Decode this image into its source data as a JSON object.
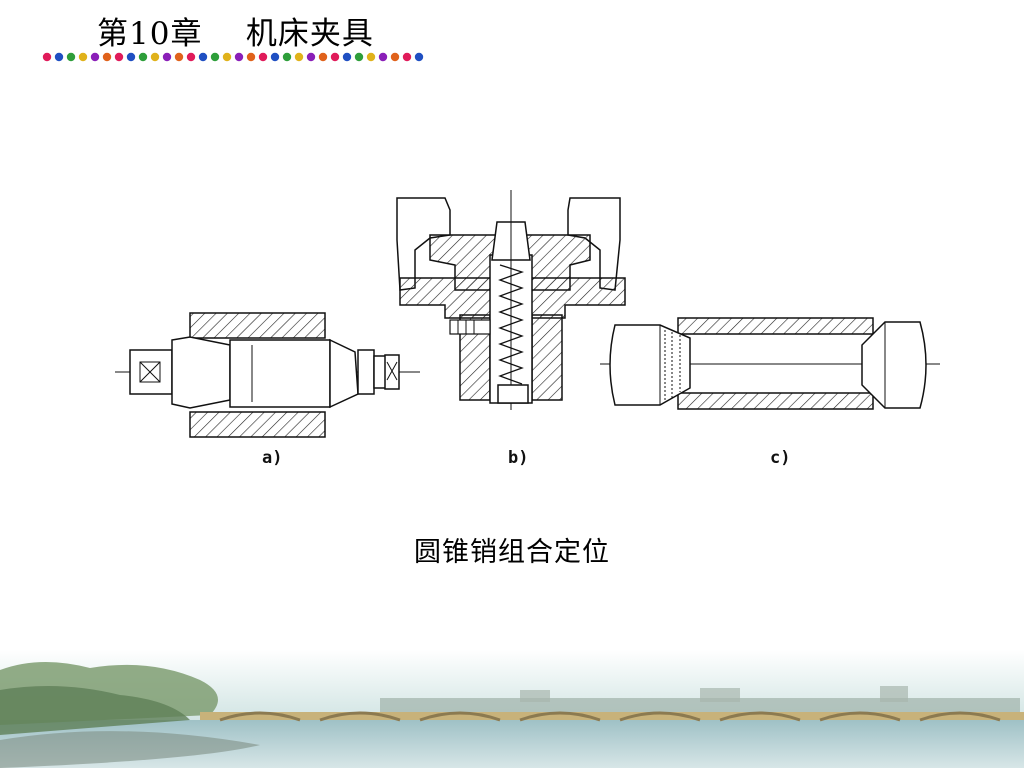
{
  "header": {
    "title": "第10章    机床夹具"
  },
  "dot_colors": [
    "#e01b5a",
    "#1f4fc2",
    "#2e9e3a",
    "#e0b21b",
    "#8a1fb8",
    "#e0621b"
  ],
  "figure": {
    "labels": {
      "a": "a)",
      "b": "b)",
      "c": "c)"
    }
  },
  "caption": "圆锥销组合定位"
}
